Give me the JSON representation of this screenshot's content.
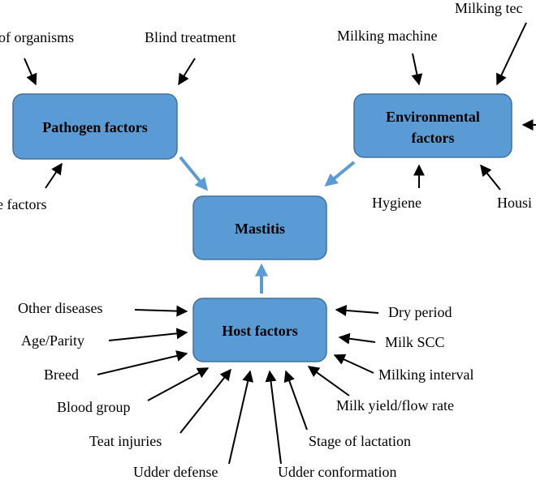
{
  "boxes": {
    "pathogen": {
      "lines": [
        "Pathogen factors"
      ],
      "color": "#5b9bd5"
    },
    "environmental": {
      "lines": [
        "Environmental",
        "factors"
      ],
      "color": "#5b9bd5"
    },
    "mastitis": {
      "lines": [
        "Mastitis"
      ],
      "color": "#5b9bd5"
    },
    "host": {
      "lines": [
        "Host factors"
      ],
      "color": "#5b9bd5"
    }
  },
  "pathogen_factors": [
    "of organisms",
    "Blind treatment",
    "e factors"
  ],
  "environmental_factors": [
    "Milking tec",
    "Milking machine",
    "Hygiene",
    "Housi"
  ],
  "host_factors": [
    "Other diseases",
    "Age/Parity",
    "Breed",
    "Blood group",
    "Teat injuries",
    "Udder defense",
    "Udder conformation",
    "Stage of lactation",
    "Milk yield/flow rate",
    "Milking interval",
    "Milk SCC",
    "Dry period"
  ]
}
